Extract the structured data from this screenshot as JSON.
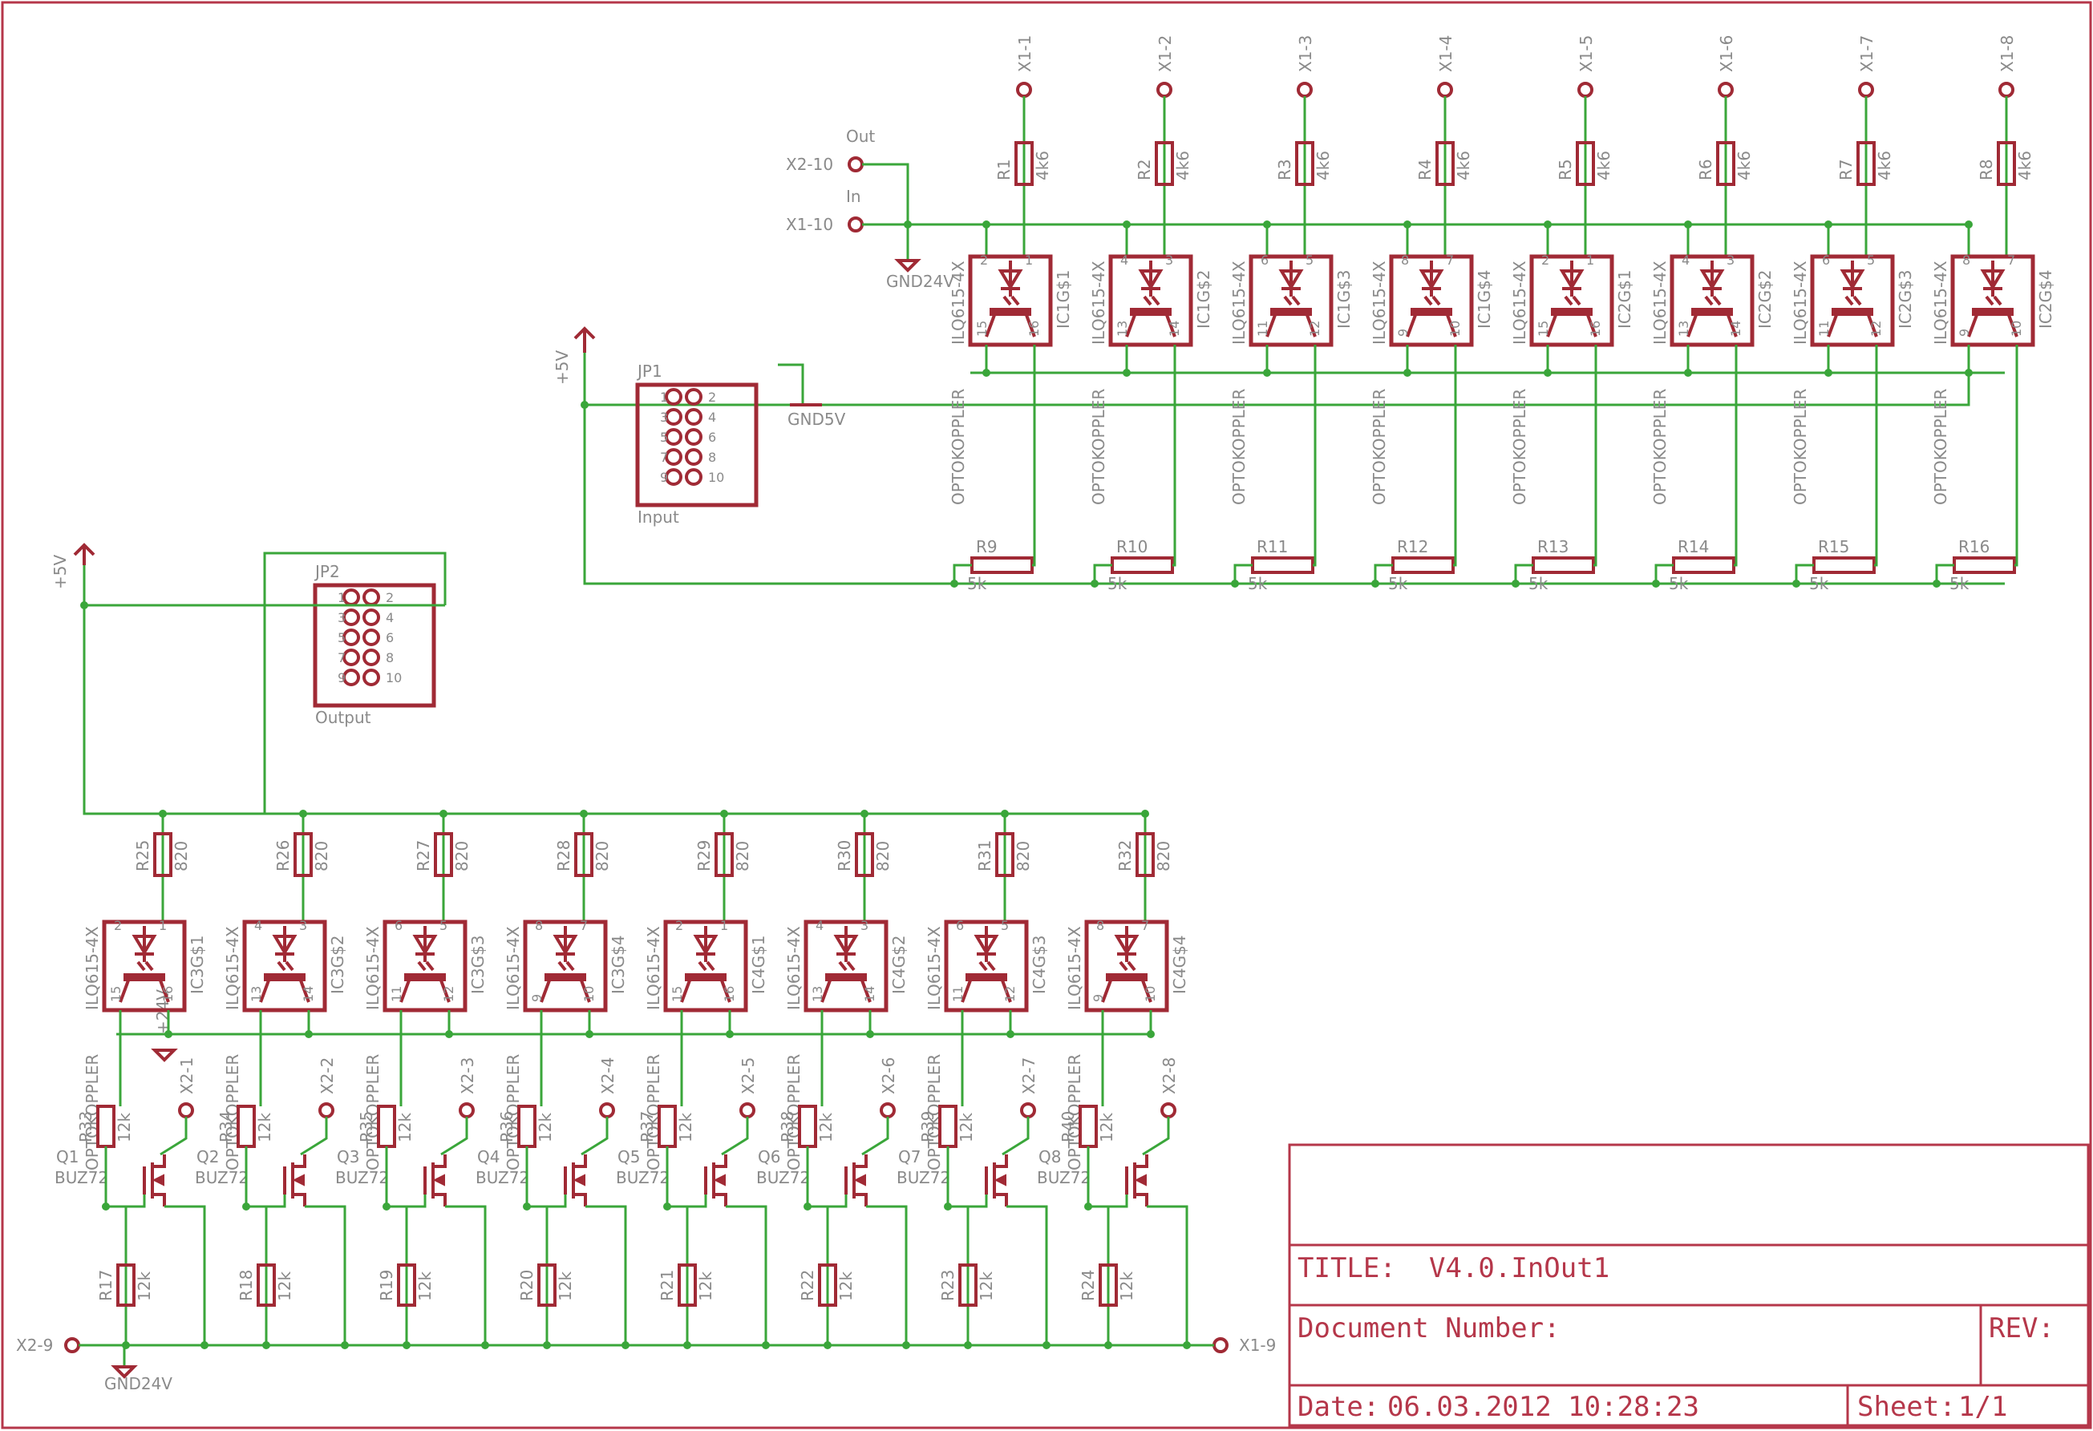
{
  "power": {
    "vcc5": "+5V",
    "vcc24": "+5V",
    "plus24": "+24V",
    "gnd24": "GND24V",
    "gnd5": "GND5V",
    "gnd24_bottom": "GND24V"
  },
  "connectors": {
    "out_label": "Out",
    "in_label": "In",
    "x2_10": "X2-10",
    "x1_10": "X1-10",
    "x2_9": "X2-9",
    "x1_9": "X1-9",
    "top_terminals": [
      "X1-1",
      "X1-2",
      "X1-3",
      "X1-4",
      "X1-5",
      "X1-6",
      "X1-7",
      "X1-8"
    ],
    "bottom_terminals": [
      "X2-1",
      "X2-2",
      "X2-3",
      "X2-4",
      "X2-5",
      "X2-6",
      "X2-7",
      "X2-8"
    ]
  },
  "jp1": {
    "name": "JP1",
    "caption": "Input",
    "pins_left": [
      "1",
      "3",
      "5",
      "7",
      "9"
    ],
    "pins_right": [
      "2",
      "4",
      "6",
      "8",
      "10"
    ]
  },
  "jp2": {
    "name": "JP2",
    "caption": "Output",
    "pins_left": [
      "1",
      "3",
      "5",
      "7",
      "9"
    ],
    "pins_right": [
      "2",
      "4",
      "6",
      "8",
      "10"
    ]
  },
  "top_row": {
    "resistors": [
      {
        "name": "R1",
        "value": "4k6"
      },
      {
        "name": "R2",
        "value": "4k6"
      },
      {
        "name": "R3",
        "value": "4k6"
      },
      {
        "name": "R4",
        "value": "4k6"
      },
      {
        "name": "R5",
        "value": "4k6"
      },
      {
        "name": "R6",
        "value": "4k6"
      },
      {
        "name": "R7",
        "value": "4k6"
      },
      {
        "name": "R8",
        "value": "4k6"
      }
    ],
    "optos": [
      {
        "ic": "IC1G$1",
        "part": "ILQ615-4X",
        "type": "OPTOKOPPLER",
        "pins": [
          "2",
          "1",
          "15",
          "16"
        ]
      },
      {
        "ic": "IC1G$2",
        "part": "ILQ615-4X",
        "type": "OPTOKOPPLER",
        "pins": [
          "4",
          "3",
          "13",
          "14"
        ]
      },
      {
        "ic": "IC1G$3",
        "part": "ILQ615-4X",
        "type": "OPTOKOPPLER",
        "pins": [
          "6",
          "5",
          "11",
          "12"
        ]
      },
      {
        "ic": "IC1G$4",
        "part": "ILQ615-4X",
        "type": "OPTOKOPPLER",
        "pins": [
          "8",
          "7",
          "9",
          "10"
        ]
      },
      {
        "ic": "IC2G$1",
        "part": "ILQ615-4X",
        "type": "OPTOKOPPLER",
        "pins": [
          "2",
          "1",
          "15",
          "16"
        ]
      },
      {
        "ic": "IC2G$2",
        "part": "ILQ615-4X",
        "type": "OPTOKOPPLER",
        "pins": [
          "4",
          "3",
          "13",
          "14"
        ]
      },
      {
        "ic": "IC2G$3",
        "part": "ILQ615-4X",
        "type": "OPTOKOPPLER",
        "pins": [
          "6",
          "5",
          "11",
          "12"
        ]
      },
      {
        "ic": "IC2G$4",
        "part": "ILQ615-4X",
        "type": "OPTOKOPPLER",
        "pins": [
          "8",
          "7",
          "9",
          "10"
        ]
      }
    ],
    "pulldowns": [
      {
        "name": "R9",
        "value": "5k"
      },
      {
        "name": "R10",
        "value": "5k"
      },
      {
        "name": "R11",
        "value": "5k"
      },
      {
        "name": "R12",
        "value": "5k"
      },
      {
        "name": "R13",
        "value": "5k"
      },
      {
        "name": "R14",
        "value": "5k"
      },
      {
        "name": "R15",
        "value": "5k"
      },
      {
        "name": "R16",
        "value": "5k"
      }
    ]
  },
  "bottom_row": {
    "resistors": [
      {
        "name": "R25",
        "value": "820"
      },
      {
        "name": "R26",
        "value": "820"
      },
      {
        "name": "R27",
        "value": "820"
      },
      {
        "name": "R28",
        "value": "820"
      },
      {
        "name": "R29",
        "value": "820"
      },
      {
        "name": "R30",
        "value": "820"
      },
      {
        "name": "R31",
        "value": "820"
      },
      {
        "name": "R32",
        "value": "820"
      }
    ],
    "optos": [
      {
        "ic": "IC3G$1",
        "part": "ILQ615-4X",
        "type": "OPTOKOPPLER",
        "pins": [
          "2",
          "1",
          "15",
          "16"
        ]
      },
      {
        "ic": "IC3G$2",
        "part": "ILQ615-4X",
        "type": "OPTOKOPPLER",
        "pins": [
          "4",
          "3",
          "13",
          "14"
        ]
      },
      {
        "ic": "IC3G$3",
        "part": "ILQ615-4X",
        "type": "OPTOKOPPLER",
        "pins": [
          "6",
          "5",
          "11",
          "12"
        ]
      },
      {
        "ic": "IC3G$4",
        "part": "ILQ615-4X",
        "type": "OPTOKOPPLER",
        "pins": [
          "8",
          "7",
          "9",
          "10"
        ]
      },
      {
        "ic": "IC4G$1",
        "part": "ILQ615-4X",
        "type": "OPTOKOPPLER",
        "pins": [
          "2",
          "1",
          "15",
          "16"
        ]
      },
      {
        "ic": "IC4G$2",
        "part": "ILQ615-4X",
        "type": "OPTOKOPPLER",
        "pins": [
          "4",
          "3",
          "13",
          "14"
        ]
      },
      {
        "ic": "IC4G$3",
        "part": "ILQ615-4X",
        "type": "OPTOKOPPLER",
        "pins": [
          "6",
          "5",
          "11",
          "12"
        ]
      },
      {
        "ic": "IC4G$4",
        "part": "ILQ615-4X",
        "type": "OPTOKOPPLER",
        "pins": [
          "8",
          "7",
          "9",
          "10"
        ]
      }
    ],
    "gate_resistors": [
      {
        "name": "R33",
        "value": "12k"
      },
      {
        "name": "R34",
        "value": "12k"
      },
      {
        "name": "R35",
        "value": "12k"
      },
      {
        "name": "R36",
        "value": "12k"
      },
      {
        "name": "R37",
        "value": "12k"
      },
      {
        "name": "R38",
        "value": "12k"
      },
      {
        "name": "R39",
        "value": "12k"
      },
      {
        "name": "R40",
        "value": "12k"
      }
    ],
    "transistors": [
      {
        "name": "Q1",
        "type": "BUZ72"
      },
      {
        "name": "Q2",
        "type": "BUZ72"
      },
      {
        "name": "Q3",
        "type": "BUZ72"
      },
      {
        "name": "Q4",
        "type": "BUZ72"
      },
      {
        "name": "Q5",
        "type": "BUZ72"
      },
      {
        "name": "Q6",
        "type": "BUZ72"
      },
      {
        "name": "Q7",
        "type": "BUZ72"
      },
      {
        "name": "Q8",
        "type": "BUZ72"
      }
    ],
    "low_resistors": [
      {
        "name": "R17",
        "value": "12k"
      },
      {
        "name": "R18",
        "value": "12k"
      },
      {
        "name": "R19",
        "value": "12k"
      },
      {
        "name": "R20",
        "value": "12k"
      },
      {
        "name": "R21",
        "value": "12k"
      },
      {
        "name": "R22",
        "value": "12k"
      },
      {
        "name": "R23",
        "value": "12k"
      },
      {
        "name": "R24",
        "value": "12k"
      }
    ]
  },
  "title_block": {
    "title_label": "TITLE:",
    "title_value": "V4.0.InOut1",
    "doc_label": "Document Number:",
    "rev_label": "REV:",
    "date_label": "Date:",
    "date_value": "06.03.2012 10:28:23",
    "sheet_label": "Sheet:",
    "sheet_value": "1/1"
  }
}
